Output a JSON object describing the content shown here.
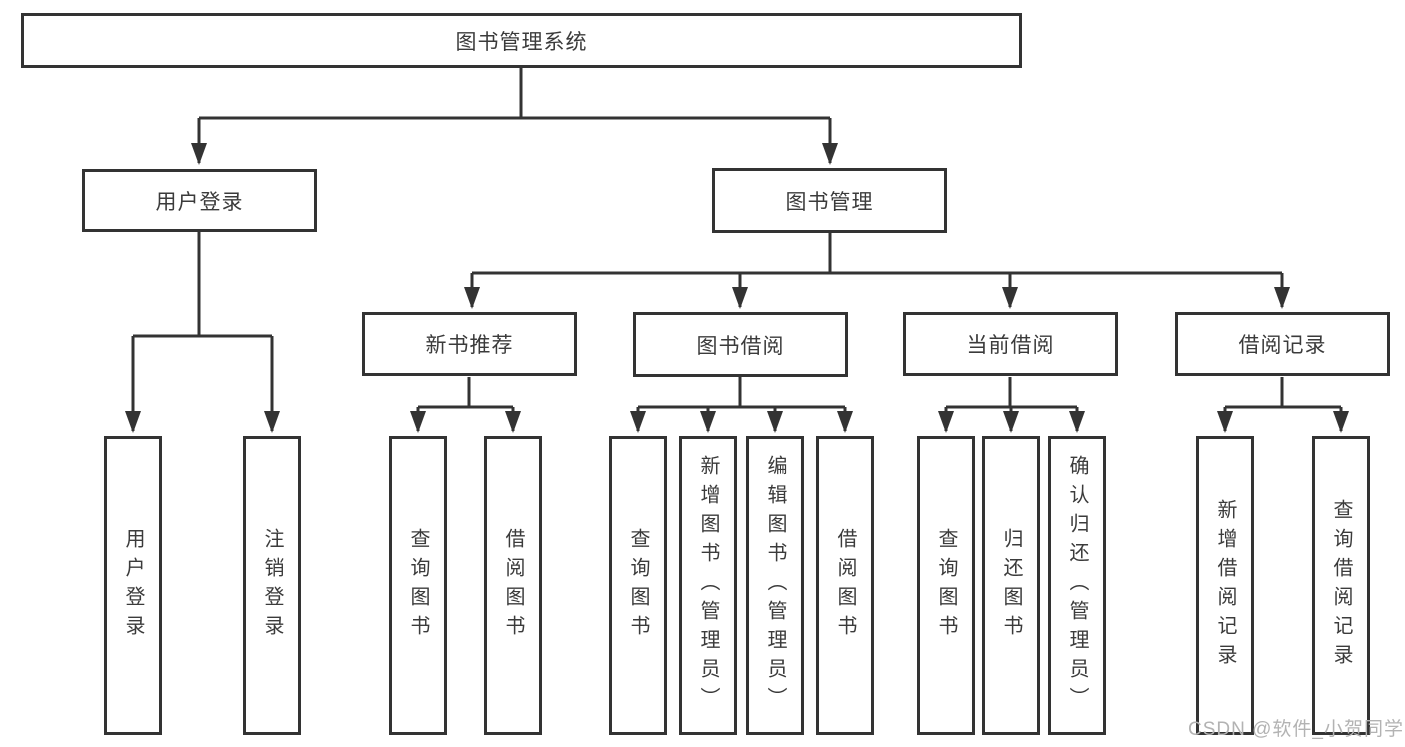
{
  "tree": {
    "root": {
      "label": "图书管理系统"
    },
    "branches": [
      {
        "label": "用户登录",
        "children": [
          {
            "label": "用户登录"
          },
          {
            "label": "注销登录"
          }
        ]
      },
      {
        "label": "图书管理",
        "children": [
          {
            "label": "新书推荐",
            "children": [
              {
                "label": "查询图书"
              },
              {
                "label": "借阅图书"
              }
            ]
          },
          {
            "label": "图书借阅",
            "children": [
              {
                "label": "查询图书"
              },
              {
                "label": "新增图书（管理员）"
              },
              {
                "label": "编辑图书（管理员）"
              },
              {
                "label": "借阅图书"
              }
            ]
          },
          {
            "label": "当前借阅",
            "children": [
              {
                "label": "查询图书"
              },
              {
                "label": "归还图书"
              },
              {
                "label": "确认归还（管理员）"
              }
            ]
          },
          {
            "label": "借阅记录",
            "children": [
              {
                "label": "新增借阅记录"
              },
              {
                "label": "查询借阅记录"
              }
            ]
          }
        ]
      }
    ]
  },
  "watermark": "CSDN @软件_小贺同学",
  "colors": {
    "line": "#333333",
    "text": "#3b3b3b",
    "background": "#ffffff",
    "watermark": "#b3b3b3"
  }
}
